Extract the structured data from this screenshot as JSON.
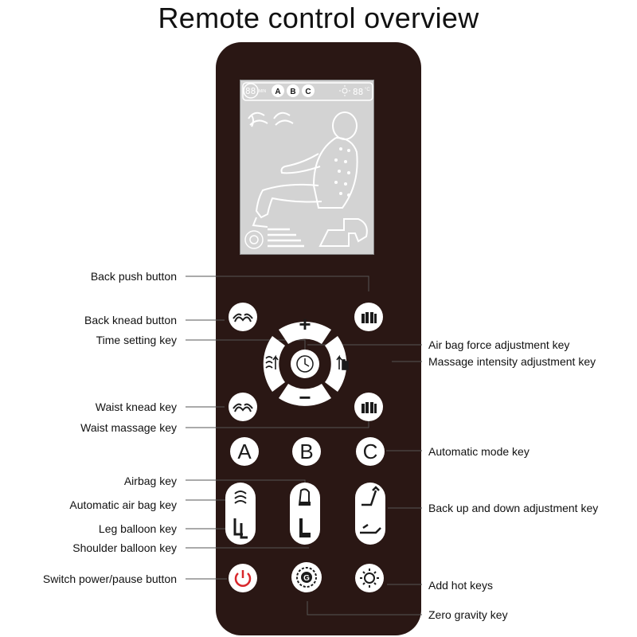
{
  "title": "Remote control overview",
  "lcd": {
    "timer": "88",
    "timer_unit": "MIN",
    "modes": [
      "A",
      "B",
      "C"
    ],
    "temp": "88",
    "temp_unit": "°C"
  },
  "keys": {
    "mode_a": "A",
    "mode_b": "B",
    "mode_c": "C",
    "plus": "+",
    "minus": "−",
    "zero_g": "G"
  },
  "labels": {
    "back_push": "Back push button",
    "back_knead": "Back knead button",
    "time_setting": "Time setting key",
    "waist_knead": "Waist knead key",
    "waist_massage": "Waist massage key",
    "airbag": "Airbag key",
    "auto_airbag": "Automatic air bag key",
    "leg_balloon": "Leg balloon key",
    "shoulder_balloon": "Shoulder balloon key",
    "power": "Switch power/pause button",
    "airbag_force": "Air bag force adjustment key",
    "intensity": "Massage intensity adjustment key",
    "auto_mode": "Automatic mode key",
    "backup_down": "Back up and down adjustment key",
    "hot": "Add hot keys",
    "zero_gravity": "Zero gravity key"
  },
  "colors": {
    "remote_body": "#2a1714",
    "lcd_bg": "#d3d3d3",
    "power_red": "#d8262b",
    "leader_line": "#555555"
  }
}
